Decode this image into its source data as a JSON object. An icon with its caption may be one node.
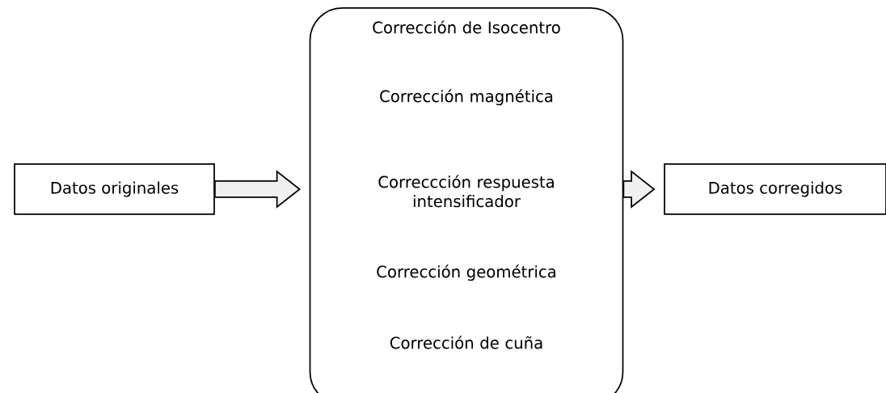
{
  "diagram": {
    "nodes": [
      {
        "text": [
          "Datos originales"
        ]
      },
      {
        "text": [
          "Corrección de Isocentro",
          "Corrección magnética",
          "Correccción respuesta intensificador",
          "Corrección geométrica",
          "Corrección de cuña"
        ]
      },
      {
        "text": [
          "Datos corregidos"
        ]
      }
    ],
    "edges": [
      {
        "from": 0,
        "to": 1,
        "arrow": "to"
      },
      {
        "from": 1,
        "to": 2,
        "arrow": "to"
      }
    ]
  }
}
